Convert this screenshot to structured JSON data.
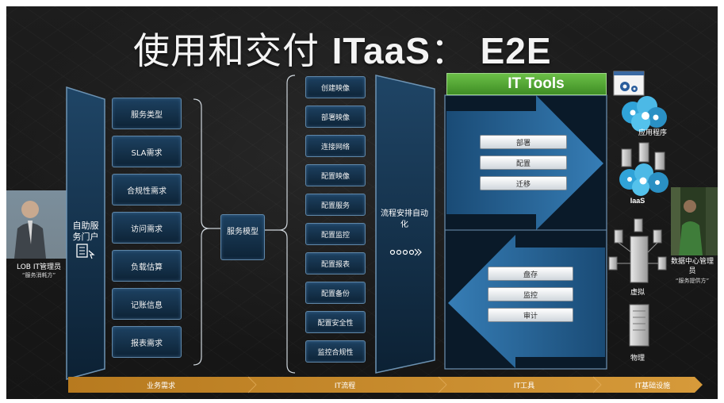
{
  "title": {
    "main": "使用和交付",
    "bold": "ITaaS",
    "colon": "：",
    "suffix": "E2E"
  },
  "left_person": {
    "label": "LOB IT管理员",
    "quote": "“服务消耗方”"
  },
  "portal": {
    "label": "自助服务门户"
  },
  "business_requests": [
    "服务类型",
    "SLA需求",
    "合规性需求",
    "访问需求",
    "负载估算",
    "记账信息",
    "报表需求"
  ],
  "service_model": {
    "label": "服务模型"
  },
  "it_processes": [
    "创建映像",
    "部署映像",
    "连接网络",
    "配置映像",
    "配置服务",
    "配置监控",
    "配置报表",
    "配置备份",
    "配置安全性",
    "监控合规性"
  ],
  "orchestration": {
    "label": "流程安排自动化"
  },
  "it_tools": {
    "header": "IT Tools",
    "upper": [
      "部署",
      "配置",
      "迁移"
    ],
    "lower": [
      "盘存",
      "监控",
      "审计"
    ]
  },
  "infrastructure": {
    "apps_label": "应用程序",
    "iaas_label": "IaaS",
    "virtual_label": "虚拟",
    "physical_label": "物理"
  },
  "right_person": {
    "label": "数据中心管理员",
    "quote": "“服务提供方”"
  },
  "bottom_bar": {
    "labels": [
      "业务需求",
      "IT流程",
      "IT工具",
      "IT基础设施"
    ]
  },
  "colors": {
    "box_fill": "#1d4161",
    "box_border": "#5f87a8",
    "arrow_blue": "#2f78b3",
    "tools_green": "#52a834",
    "bar_orange": "#c98a2a"
  }
}
